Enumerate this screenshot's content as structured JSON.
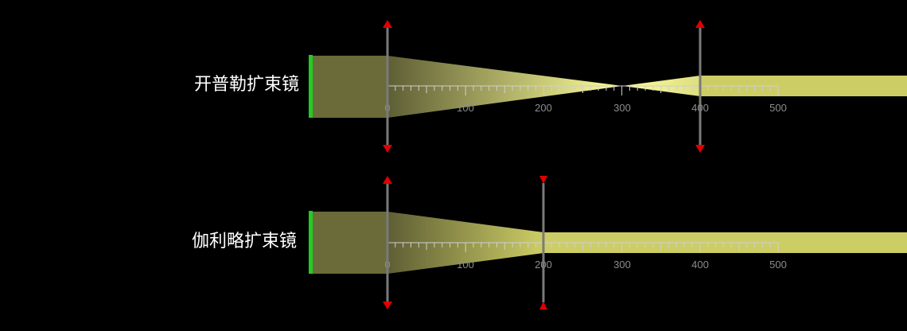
{
  "diagrams": [
    {
      "label": "开普勒扩束镜",
      "lenses": [
        {
          "position": 0,
          "type": "convex"
        },
        {
          "position": 400,
          "type": "convex"
        }
      ],
      "focus_point": 300,
      "scale_labels": [
        "0",
        "100",
        "200",
        "300",
        "400",
        "500"
      ]
    },
    {
      "label": "伽利略扩束镜",
      "lenses": [
        {
          "position": 0,
          "type": "convex"
        },
        {
          "position": 200,
          "type": "concave"
        }
      ],
      "scale_labels": [
        "0",
        "100",
        "200",
        "300",
        "400",
        "500"
      ]
    }
  ],
  "colors": {
    "background": "#000000",
    "light_source": "#22cc22",
    "beam_dim": "#6b6b3a",
    "beam_bright": "#ffff99",
    "beam_output": "#cdcd66",
    "lens": "#7a7a7a",
    "arrow": "#e00000",
    "ruler": "#cfcfcf",
    "scale_text": "#8c8c8c"
  }
}
